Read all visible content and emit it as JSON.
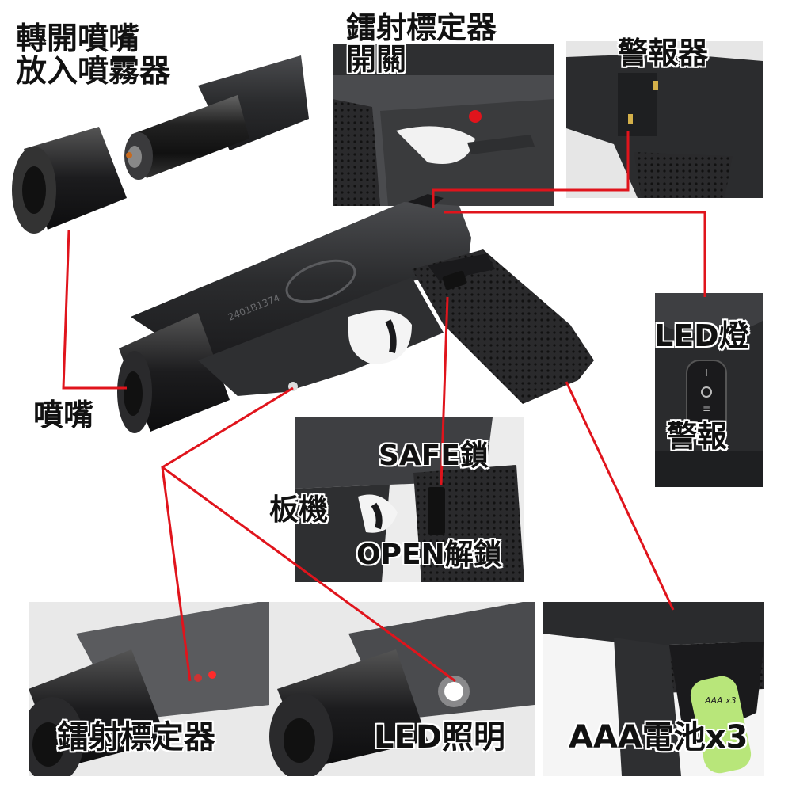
{
  "labels": {
    "nozzle_twist": [
      "轉開噴嘴",
      "放入噴霧器"
    ],
    "laser_switch": [
      "鐳射標定器",
      "開關"
    ],
    "alarm": "警報器",
    "led_light": "LED燈",
    "alarm_switch": "警報",
    "nozzle": "噴嘴",
    "safe_lock": "SAFE鎖",
    "trigger": "板機",
    "open_unlock": "OPEN解鎖",
    "laser_sight": "鐳射標定器",
    "led_lighting": "LED照明",
    "aaa_battery": "AAA電池x3"
  },
  "markings": {
    "serial": "2401B1374",
    "battery_label": "AAA x3"
  },
  "colors": {
    "callout_line": "#e0141c",
    "body": "#2a2b2d",
    "battery": "#b8e67a"
  }
}
